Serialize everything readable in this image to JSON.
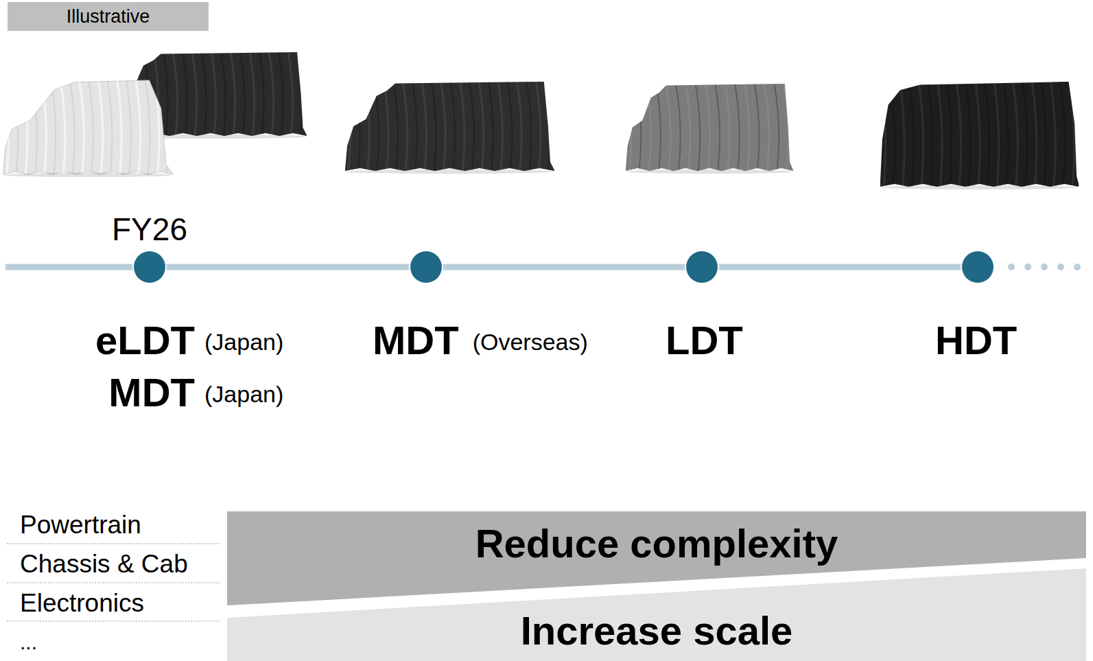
{
  "diagram": {
    "nodes": [
      {
        "text": [
          "Illustrative"
        ]
      },
      {
        "text": [
          "Reduce complexity"
        ]
      },
      {
        "text": [
          "Increase scale"
        ]
      }
    ],
    "labels": [
      "FY26",
      "eLDT",
      "(Japan)",
      "MDT",
      "(Japan)",
      "MDT",
      "(Overseas)",
      "LDT",
      "HDT",
      "Powertrain",
      "Chassis & Cab",
      "Electronics",
      "..."
    ]
  }
}
